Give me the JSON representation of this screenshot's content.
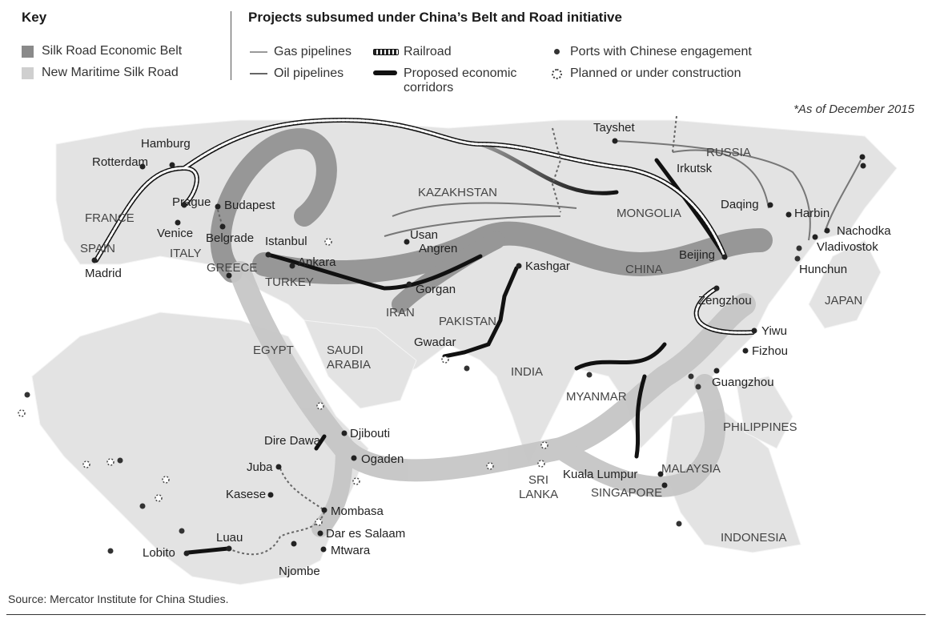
{
  "key": {
    "title": "Key",
    "silk_road_belt": "Silk Road Economic Belt",
    "maritime_silk_road": "New Maritime Silk Road",
    "colors": {
      "belt": "#888888",
      "maritime": "#cccccc"
    }
  },
  "legend": {
    "title": "Projects subsumed under China’s Belt and Road initiative",
    "gas": "Gas pipelines",
    "oil": "Oil pipelines",
    "railroad": "Railroad",
    "corridors_line1": "Proposed economic",
    "corridors_line2": "corridors",
    "ports": "Ports with Chinese engagement",
    "planned": "Planned or under construction"
  },
  "as_of": "*As of December 2015",
  "source": "Source: Mercator Institute for China Studies.",
  "countries": [
    {
      "id": "russia",
      "text": "RUSSIA"
    },
    {
      "id": "kazakhstan",
      "text": "KAZAKHSTAN"
    },
    {
      "id": "mongolia",
      "text": "MONGOLIA"
    },
    {
      "id": "china",
      "text": "CHINA"
    },
    {
      "id": "france",
      "text": "FRANCE"
    },
    {
      "id": "spain",
      "text": "SPAIN"
    },
    {
      "id": "italy",
      "text": "ITALY"
    },
    {
      "id": "greece",
      "text": "GREECE"
    },
    {
      "id": "turkey",
      "text": "TURKEY"
    },
    {
      "id": "iran",
      "text": "IRAN"
    },
    {
      "id": "pakistan",
      "text": "PAKISTAN"
    },
    {
      "id": "egypt",
      "text": "EGYPT"
    },
    {
      "id": "saudi1",
      "text": "SAUDI"
    },
    {
      "id": "saudi2",
      "text": "ARABIA"
    },
    {
      "id": "india",
      "text": "INDIA"
    },
    {
      "id": "myanmar",
      "text": "MYANMAR"
    },
    {
      "id": "japan",
      "text": "JAPAN"
    },
    {
      "id": "philippines",
      "text": "PHILIPPINES"
    },
    {
      "id": "malaysia",
      "text": "MALAYSIA"
    },
    {
      "id": "singapore",
      "text": "SINGAPORE"
    },
    {
      "id": "srilanka1",
      "text": "SRI"
    },
    {
      "id": "srilanka2",
      "text": "LANKA"
    },
    {
      "id": "indonesia",
      "text": "INDONESIA"
    }
  ],
  "cities": [
    {
      "id": "hamburg",
      "text": "Hamburg"
    },
    {
      "id": "rotterdam",
      "text": "Rotterdam"
    },
    {
      "id": "prague",
      "text": "Prague"
    },
    {
      "id": "budapest",
      "text": "Budapest"
    },
    {
      "id": "belgrade",
      "text": "Belgrade"
    },
    {
      "id": "venice",
      "text": "Venice"
    },
    {
      "id": "madrid",
      "text": "Madrid"
    },
    {
      "id": "istanbul",
      "text": "Istanbul"
    },
    {
      "id": "ankara",
      "text": "Ankara"
    },
    {
      "id": "usan",
      "text": "Usan"
    },
    {
      "id": "angren",
      "text": "Angren"
    },
    {
      "id": "gorgan",
      "text": "Gorgan"
    },
    {
      "id": "kashgar",
      "text": "Kashgar"
    },
    {
      "id": "gwadar",
      "text": "Gwadar"
    },
    {
      "id": "tayshet",
      "text": "Tayshet"
    },
    {
      "id": "irkutsk",
      "text": "Irkutsk"
    },
    {
      "id": "daqing",
      "text": "Daqing"
    },
    {
      "id": "harbin",
      "text": "Harbin"
    },
    {
      "id": "nachodka",
      "text": "Nachodka"
    },
    {
      "id": "vladivostok",
      "text": "Vladivostok"
    },
    {
      "id": "hunchun",
      "text": "Hunchun"
    },
    {
      "id": "beijing",
      "text": "Beijing"
    },
    {
      "id": "zengzhou",
      "text": "Zengzhou"
    },
    {
      "id": "yiwu",
      "text": "Yiwu"
    },
    {
      "id": "fizhou",
      "text": "Fizhou"
    },
    {
      "id": "guangzhou",
      "text": "Guangzhou"
    },
    {
      "id": "kualalumpur",
      "text": "Kuala Lumpur"
    },
    {
      "id": "djibouti",
      "text": "Djibouti"
    },
    {
      "id": "diredawa",
      "text": "Dire Dawa"
    },
    {
      "id": "ogaden",
      "text": "Ogaden"
    },
    {
      "id": "juba",
      "text": "Juba"
    },
    {
      "id": "kasese",
      "text": "Kasese"
    },
    {
      "id": "mombasa",
      "text": "Mombasa"
    },
    {
      "id": "daressalaam",
      "text": "Dar es Salaam"
    },
    {
      "id": "mtwara",
      "text": "Mtwara"
    },
    {
      "id": "njombe",
      "text": "Njombe"
    },
    {
      "id": "luau",
      "text": "Luau"
    },
    {
      "id": "lobito",
      "text": "Lobito"
    }
  ]
}
